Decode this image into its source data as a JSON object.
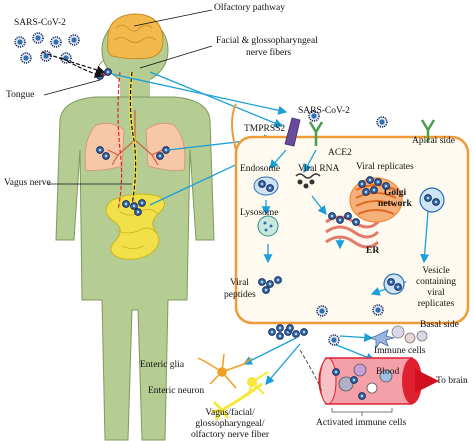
{
  "labels": {
    "sars_cov2_left": "SARS-CoV-2",
    "olfactory_pathway": "Olfactory pathway",
    "facial_glosso_line1": "Facial & glossopharyngeal",
    "facial_glosso_line2": "nerve fibers",
    "tongue": "Tongue",
    "sars_cov2_cell": "SARS-CoV-2",
    "tmprss2": "TMPRSS2",
    "ace2": "ACE2",
    "apical_side": "Apical side",
    "vagus_nerve": "Vagus nerve",
    "viral_rna": "Viral RNA",
    "viral_replicates": "Viral replicates",
    "endosome": "Endosome",
    "golgi_line1": "Golgi",
    "golgi_line2": "network",
    "lysosome": "Lysosome",
    "er": "ER",
    "vesicle_line1": "Vesicle",
    "vesicle_line2": "containing",
    "vesicle_line3": "viral",
    "vesicle_line4": "replicates",
    "viral_peptides_line1": "Viral",
    "viral_peptides_line2": "peptides",
    "basal_side": "Basal side",
    "enteric_glia": "Enteric glia",
    "immune_cells": "Immune cells",
    "blood": "Blood",
    "enteric_neuron": "Enteric neuron",
    "to_brain": "To brain",
    "vagus_fiber_line1": "Vagus/facial/",
    "vagus_fiber_line2": "glossopharyngeal/",
    "vagus_fiber_line3": "olfactory nerve fiber",
    "activated_immune_cells": "Activated immune cells"
  },
  "colors": {
    "body": "#b5cc92",
    "body_edge": "#7f9a5e",
    "brain": "#f2b94c",
    "lung": "#f6c8a8",
    "intestine": "#f2e04a",
    "cell_outline": "#f09a3a",
    "arrow_blue": "#1a9fd8",
    "virus_core": "#2f6fb1",
    "virus_ring": "#1d2a57",
    "er_pink": "#e27a6a",
    "golgi_orange": "#f08a3a",
    "blood_vessel": "#e02030",
    "glia": "#f0a020",
    "neuron_fiber": "#f6e83a",
    "tmprss2_purple": "#6a4a9a",
    "ace2_green": "#4aa04a"
  }
}
